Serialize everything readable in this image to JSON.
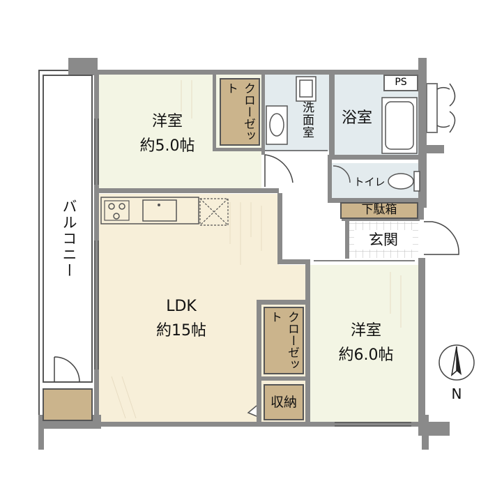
{
  "rooms": {
    "western_room_small": {
      "name": "洋室",
      "size": "約5.0帖"
    },
    "ldk": {
      "name": "LDK",
      "size": "約15帖"
    },
    "western_room_large": {
      "name": "洋室",
      "size": "約6.0帖"
    },
    "bath": {
      "name": "浴室"
    },
    "washroom": {
      "name": "洗面室"
    },
    "toilet": {
      "name": "トイレ"
    },
    "entrance": {
      "name": "玄関"
    },
    "shoe_box": {
      "name": "下駄箱"
    },
    "closet_top": {
      "name": "クローゼット"
    },
    "closet_mid": {
      "name": "クローゼット"
    },
    "storage": {
      "name": "収納"
    },
    "balcony": {
      "name": "バルコニー"
    },
    "pipe_space": {
      "name": "PS"
    }
  },
  "compass": {
    "north_label": "N"
  },
  "colors": {
    "floor_light": "#f3f5e4",
    "floor_wood": "#f7efd9",
    "floor_wet": "#e3ebee",
    "closet": "#cbb48c",
    "wall": "#8a8a8a"
  }
}
